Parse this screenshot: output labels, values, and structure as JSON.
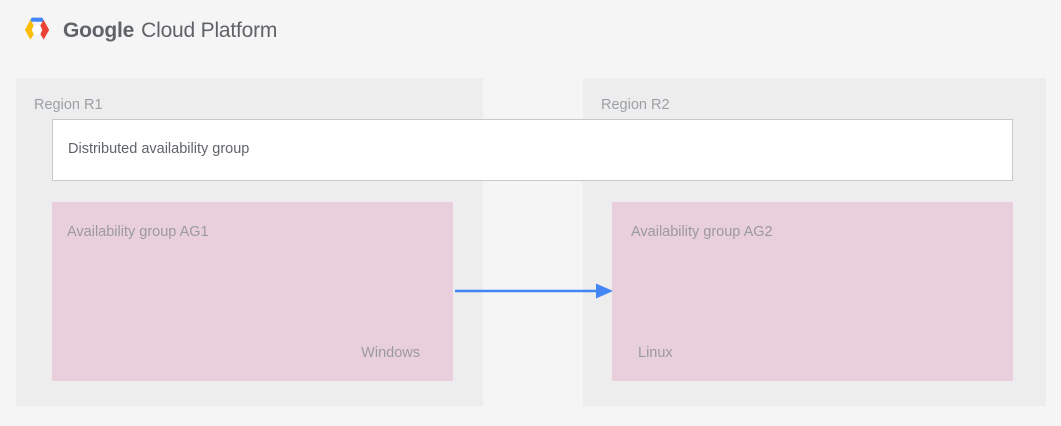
{
  "header": {
    "logo_icon": "google-cloud-platform-hexagon-icon",
    "brand_primary": "Google",
    "brand_secondary": "Cloud Platform"
  },
  "diagram": {
    "page_background": "#f5f5f5",
    "region_background": "#ededed",
    "availability_group_color": "#e9cfdc",
    "arrow_color": "#4285f4",
    "distributed_group": {
      "label": "Distributed availability group",
      "background": "#ffffff",
      "border_color": "#c8c8c8"
    },
    "regions": [
      {
        "label": "Region R1",
        "availability_group": {
          "title": "Availability group AG1",
          "os_label": "Windows"
        }
      },
      {
        "label": "Region R2",
        "availability_group": {
          "title": "Availability group AG2",
          "os_label": "Linux"
        }
      }
    ],
    "connector": {
      "icon": "right-arrow-icon",
      "from": "Availability group AG1",
      "to": "Availability group AG2"
    }
  }
}
